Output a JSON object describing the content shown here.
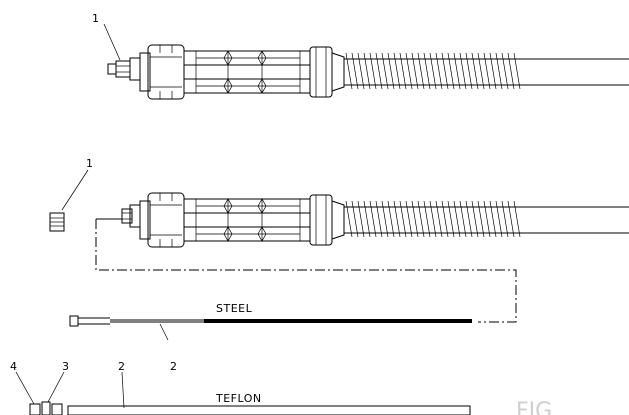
{
  "callouts": {
    "upper_part": "1",
    "lower_part": "1",
    "steel_liner": "2",
    "teflon_liner": "2",
    "nut": "3",
    "collet": "4"
  },
  "liners": {
    "steel_label": "STEEL",
    "teflon_label": "TEFLON"
  },
  "figure_caption": "FIG"
}
